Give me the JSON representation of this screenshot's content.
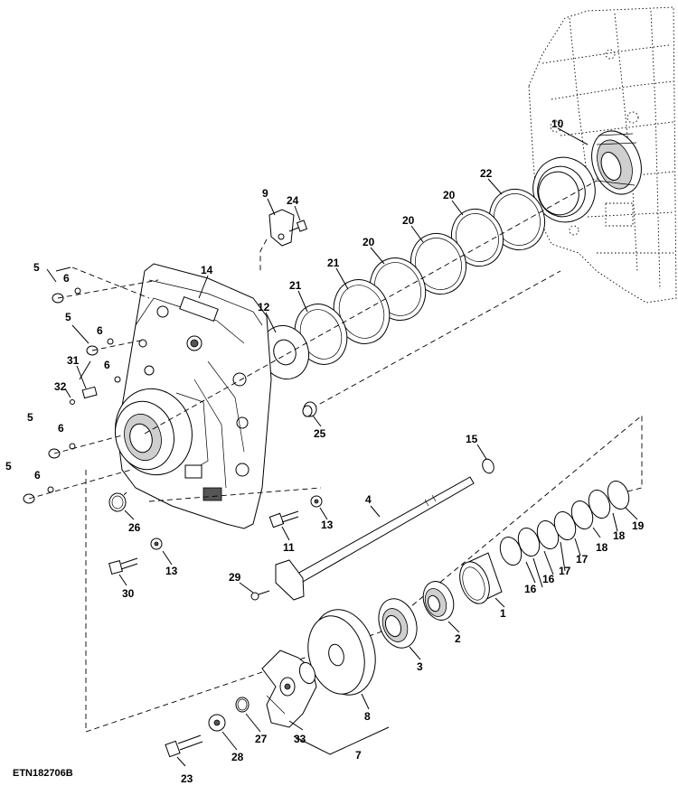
{
  "drawing_id": "ETN182706B",
  "callouts": [
    {
      "id": "c1",
      "text": "1"
    },
    {
      "id": "c2",
      "text": "2"
    },
    {
      "id": "c3",
      "text": "3"
    },
    {
      "id": "c4",
      "text": "4"
    },
    {
      "id": "c5a",
      "text": "5"
    },
    {
      "id": "c5b",
      "text": "5"
    },
    {
      "id": "c5c",
      "text": "5"
    },
    {
      "id": "c5d",
      "text": "5"
    },
    {
      "id": "c6a",
      "text": "6"
    },
    {
      "id": "c6b",
      "text": "6"
    },
    {
      "id": "c6c",
      "text": "6"
    },
    {
      "id": "c6d",
      "text": "6"
    },
    {
      "id": "c6e",
      "text": "6"
    },
    {
      "id": "c7",
      "text": "7"
    },
    {
      "id": "c8",
      "text": "8"
    },
    {
      "id": "c9",
      "text": "9"
    },
    {
      "id": "c10",
      "text": "10"
    },
    {
      "id": "c11",
      "text": "11"
    },
    {
      "id": "c12",
      "text": "12"
    },
    {
      "id": "c13a",
      "text": "13"
    },
    {
      "id": "c13b",
      "text": "13"
    },
    {
      "id": "c14",
      "text": "14"
    },
    {
      "id": "c15",
      "text": "15"
    },
    {
      "id": "c16a",
      "text": "16"
    },
    {
      "id": "c16b",
      "text": "16"
    },
    {
      "id": "c17a",
      "text": "17"
    },
    {
      "id": "c17b",
      "text": "17"
    },
    {
      "id": "c18a",
      "text": "18"
    },
    {
      "id": "c18b",
      "text": "18"
    },
    {
      "id": "c19",
      "text": "19"
    },
    {
      "id": "c20a",
      "text": "20"
    },
    {
      "id": "c20b",
      "text": "20"
    },
    {
      "id": "c20c",
      "text": "20"
    },
    {
      "id": "c21a",
      "text": "21"
    },
    {
      "id": "c21b",
      "text": "21"
    },
    {
      "id": "c22",
      "text": "22"
    },
    {
      "id": "c23",
      "text": "23"
    },
    {
      "id": "c24",
      "text": "24"
    },
    {
      "id": "c25",
      "text": "25"
    },
    {
      "id": "c26",
      "text": "26"
    },
    {
      "id": "c27",
      "text": "27"
    },
    {
      "id": "c28",
      "text": "28"
    },
    {
      "id": "c29",
      "text": "29"
    },
    {
      "id": "c30",
      "text": "30"
    },
    {
      "id": "c31",
      "text": "31"
    },
    {
      "id": "c32",
      "text": "32"
    },
    {
      "id": "c33",
      "text": "33"
    }
  ]
}
